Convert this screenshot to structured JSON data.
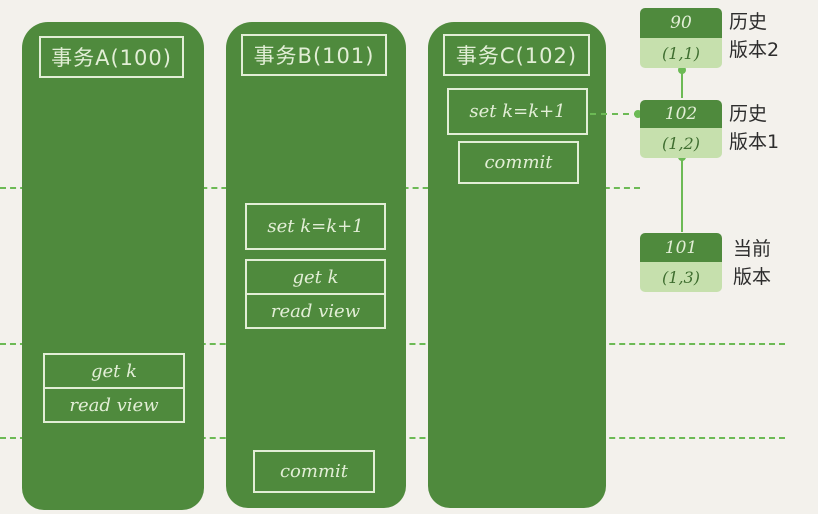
{
  "transactions": [
    {
      "title": "事务A(100)",
      "get": "get k",
      "read_view": "read view"
    },
    {
      "title": "事务B(101)",
      "set": "set k=k+1",
      "get": "get k",
      "read_view": "read view",
      "commit": "commit"
    },
    {
      "title": "事务C(102)",
      "set": "set k=k+1",
      "commit": "commit"
    }
  ],
  "versions": [
    {
      "trx_id": "90",
      "value": "(1,1)",
      "label_line1": "历史",
      "label_line2": "版本2"
    },
    {
      "trx_id": "102",
      "value": "(1,2)",
      "label_line1": "历史",
      "label_line2": "版本1"
    },
    {
      "trx_id": "101",
      "value": "(1,3)",
      "label_line1": "当前",
      "label_line2": "版本"
    }
  ],
  "colors": {
    "column": "#4f8a3d",
    "box_border": "#e2eed6",
    "dash": "#6cba55",
    "version_value_bg": "#c6e0ad"
  }
}
